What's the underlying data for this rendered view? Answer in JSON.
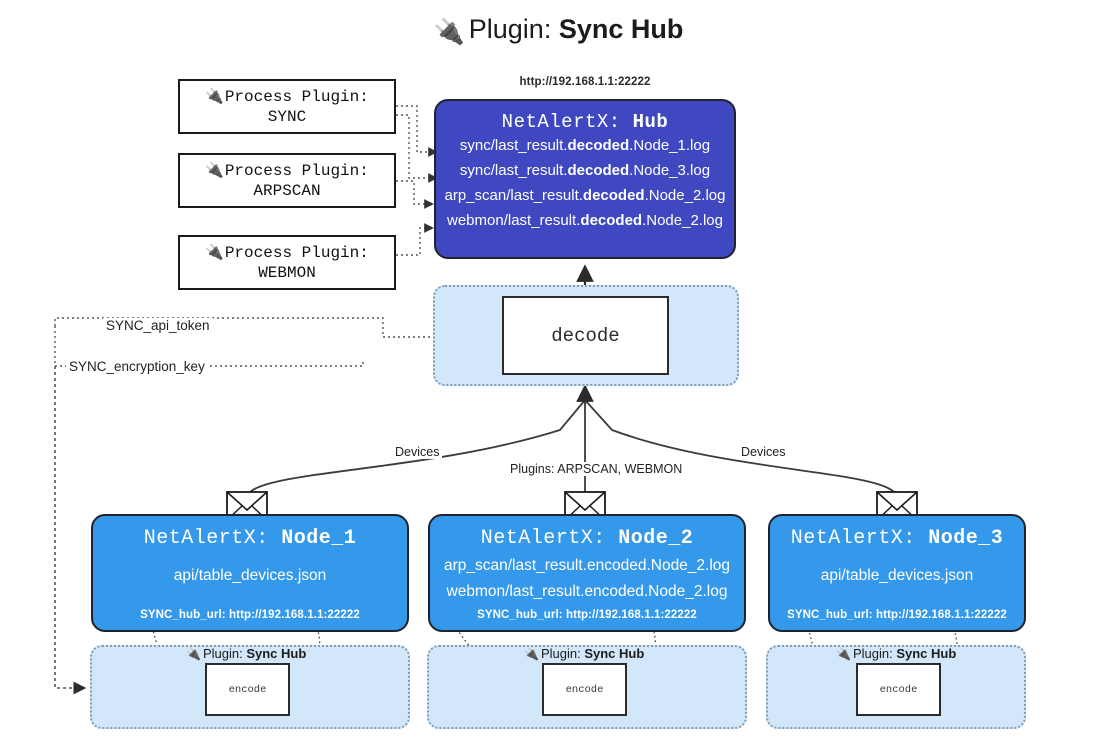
{
  "title": {
    "icon": "plug-icon",
    "prefix": "Plugin:",
    "name": "Sync Hub"
  },
  "colors": {
    "hub_fill": "#3f48c0",
    "node_fill": "#3498eb",
    "container_fill": "#d2e7f9",
    "container_border": "#7f9cb4",
    "box_border": "#20232e",
    "white": "#ffffff"
  },
  "process_plugins": [
    {
      "icon": "plug-icon",
      "line1": "Process Plugin:",
      "line2": "SYNC"
    },
    {
      "icon": "plug-icon",
      "line1": "Process Plugin:",
      "line2": "ARPSCAN"
    },
    {
      "icon": "plug-icon",
      "line1": "Process Plugin:",
      "line2": "WEBMON"
    }
  ],
  "hub": {
    "url": "http://192.168.1.1:22222",
    "title_prefix": "NetAlertX:",
    "title_name": "Hub",
    "logs": [
      {
        "pre": "sync/last_result.",
        "em": "decoded",
        "post": ".Node_1.log"
      },
      {
        "pre": "sync/last_result.",
        "em": "decoded",
        "post": ".Node_3.log"
      },
      {
        "pre": "arp_scan/last_result.",
        "em": "decoded",
        "post": ".Node_2.log"
      },
      {
        "pre": "webmon/last_result.",
        "em": "decoded",
        "post": ".Node_2.log"
      }
    ]
  },
  "decode": {
    "label": "decode"
  },
  "edge_labels": {
    "devices_left": "Devices",
    "devices_right": "Devices",
    "plugins_center": "Plugins: ARPSCAN, WEBMON",
    "api_token": "SYNC_api_token",
    "encryption_key": "SYNC_encryption_key"
  },
  "nodes": [
    {
      "title_prefix": "NetAlertX:",
      "title_name": "Node_1",
      "lines": [
        "api/table_devices.json"
      ],
      "hub_url_label": "SYNC_hub_url: http://192.168.1.1:22222",
      "plugin_label_prefix": "Plugin:",
      "plugin_label_name": "Sync Hub",
      "encode_label": "encode",
      "mail_icon": "envelope-icon"
    },
    {
      "title_prefix": "NetAlertX:",
      "title_name": "Node_2",
      "lines": [
        "arp_scan/last_result.encoded.Node_2.log",
        "webmon/last_result.encoded.Node_2.log"
      ],
      "hub_url_label": "SYNC_hub_url: http://192.168.1.1:22222",
      "plugin_label_prefix": "Plugin:",
      "plugin_label_name": "Sync Hub",
      "encode_label": "encode",
      "mail_icon": "envelope-icon"
    },
    {
      "title_prefix": "NetAlertX:",
      "title_name": "Node_3",
      "lines": [
        "api/table_devices.json"
      ],
      "hub_url_label": "SYNC_hub_url: http://192.168.1.1:22222",
      "plugin_label_prefix": "Plugin:",
      "plugin_label_name": "Sync Hub",
      "encode_label": "encode",
      "mail_icon": "envelope-icon"
    }
  ]
}
